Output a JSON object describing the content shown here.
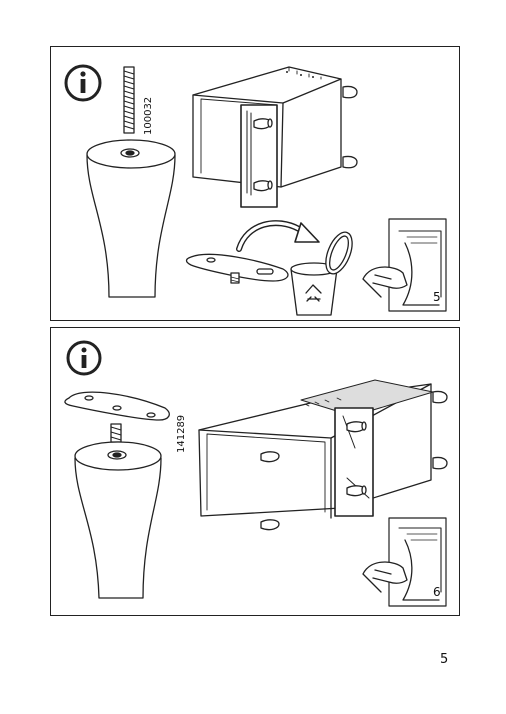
{
  "steps": [
    {
      "part_number": "100032",
      "step_number": "5",
      "info_icon": "info-icon",
      "page_turn_icon": "page-turn-icon"
    },
    {
      "part_number": "141289",
      "step_number": "6",
      "info_icon": "info-icon",
      "page_turn_icon": "page-turn-icon"
    }
  ],
  "page_number": "5"
}
